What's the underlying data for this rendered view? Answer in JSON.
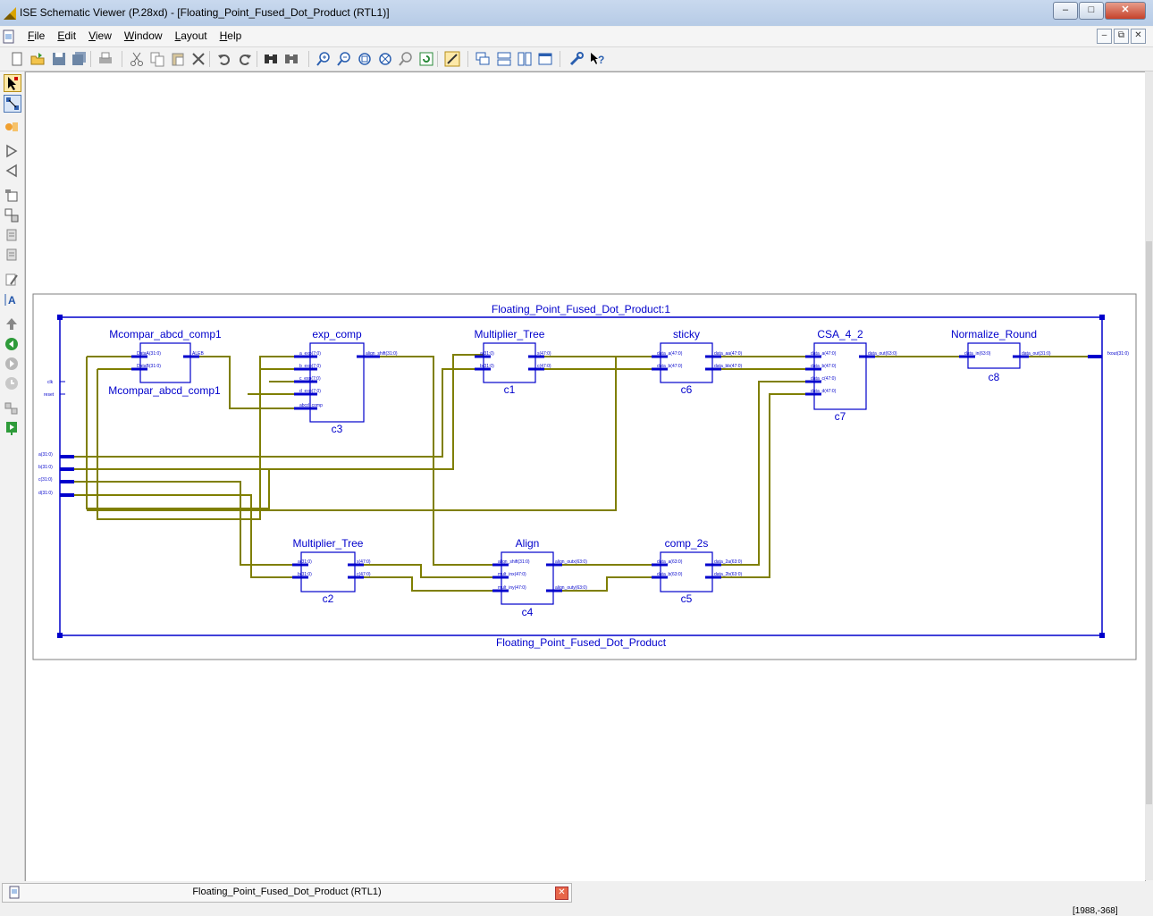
{
  "window": {
    "title": "ISE Schematic Viewer (P.28xd) - [Floating_Point_Fused_Dot_Product (RTL1)]"
  },
  "menu": [
    "File",
    "Edit",
    "View",
    "Window",
    "Layout",
    "Help"
  ],
  "toolbar_icons": [
    "new-icon",
    "open-icon",
    "save-icon",
    "save-all-icon",
    "print-icon",
    "cut-icon",
    "copy-icon",
    "paste-icon",
    "delete-icon",
    "undo-icon",
    "redo-icon",
    "find-icon",
    "find-next-icon",
    "zoom-in-icon",
    "zoom-out-icon",
    "zoom-full-icon",
    "zoom-area-icon",
    "zoom-selected-icon",
    "refresh-icon",
    "highlight-icon",
    "cascade-icon",
    "tile-horizontal-icon",
    "tile-vertical-icon",
    "arrange-icon",
    "properties-icon",
    "help-icon"
  ],
  "schematic": {
    "instance_title": "Floating_Point_Fused_Dot_Product:1",
    "module_name": "Floating_Point_Fused_Dot_Product",
    "ports_in": [
      "clk",
      "reset",
      "a(31:0)",
      "b(31:0)",
      "c(31:0)",
      "d(31:0)"
    ],
    "port_out": "fxout(31:0)",
    "blocks": [
      {
        "name": "Mcompar_abcd_comp1",
        "inst": "Mcompar_abcd_comp1",
        "pins_in": [
          "DataA(31:0)",
          "DataB(31:0)"
        ],
        "pins_out": [
          "ALEB"
        ]
      },
      {
        "name": "exp_comp",
        "inst": "c3",
        "pins_in": [
          "a_exp(7:0)",
          "b_exp(7:0)",
          "c_exp(7:0)",
          "d_exp(7:0)",
          "abcd_comp"
        ],
        "pins_out": [
          "align_shift(31:0)"
        ]
      },
      {
        "name": "Multiplier_Tree",
        "inst": "c1",
        "pins_in": [
          "a(31:0)",
          "b(31:0)"
        ],
        "pins_out": [
          "s(47:0)",
          "c(47:0)"
        ]
      },
      {
        "name": "sticky",
        "inst": "c6",
        "pins_in": [
          "data_a(47:0)",
          "data_b(47:0)"
        ],
        "pins_out": [
          "data_aa(47:0)",
          "data_bb(47:0)"
        ]
      },
      {
        "name": "CSA_4_2",
        "inst": "c7",
        "pins_in": [
          "data_a(47:0)",
          "data_b(47:0)",
          "data_c(47:0)",
          "data_d(47:0)"
        ],
        "pins_out": [
          "data_out(63:0)"
        ]
      },
      {
        "name": "Normalize_Round",
        "inst": "c8",
        "pins_in": [
          "data_in(63:0)"
        ],
        "pins_out": [
          "data_out(31:0)"
        ]
      },
      {
        "name": "Multiplier_Tree",
        "inst": "c2",
        "pins_in": [
          "a(31:0)",
          "b(31:0)"
        ],
        "pins_out": [
          "s(47:0)",
          "c(47:0)"
        ]
      },
      {
        "name": "Align",
        "inst": "c4",
        "pins_in": [
          "align_shift(31:0)",
          "mult_inx(47:0)",
          "mult_iny(47:0)"
        ],
        "pins_out": [
          "align_outx(63:0)",
          "align_outy(63:0)"
        ]
      },
      {
        "name": "comp_2s",
        "inst": "c5",
        "pins_in": [
          "data_a(63:0)",
          "data_b(63:0)"
        ],
        "pins_out": [
          "data_2a(63:0)",
          "data_2b(63:0)"
        ]
      }
    ]
  },
  "doc_tab": {
    "label": "Floating_Point_Fused_Dot_Product (RTL1)"
  },
  "status": {
    "coords": "[1988,-368]"
  },
  "colors": {
    "block": "#0000cc",
    "wire": "#7f7f00",
    "canvas": "#ffffff"
  }
}
